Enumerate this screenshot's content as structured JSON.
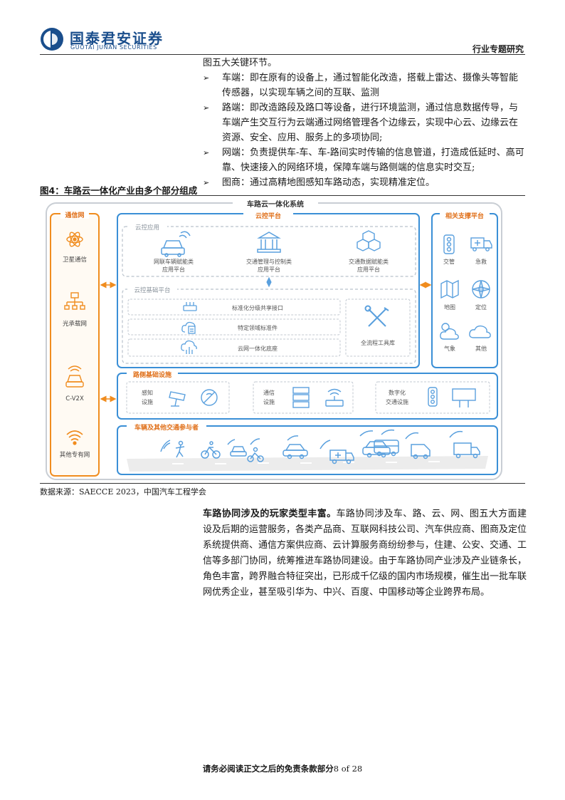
{
  "header": {
    "company_cn": "国泰君安证券",
    "company_en": "GUOTAI JUNAN SECURITIES",
    "report_type": "行业专题研究"
  },
  "intro_line": "图五大关键环节。",
  "bullets": [
    {
      "marker": "➢",
      "text": "车端：即在原有的设备上，通过智能化改造，搭载上雷达、摄像头等智能传感器，以实现车辆之间的互联、监测"
    },
    {
      "marker": "➢",
      "text": "路端：即改造路段及路口等设备，进行环境监测，通过信息数据传导，与车端产生交互行为云端通过网络管理各个边缘云，实现中心云、边缘云在资源、安全、应用、服务上的多项协同;"
    },
    {
      "marker": "➢",
      "text": "网端：负责提供车-车、车-路间实时传输的信息管道，打造成低延时、高可靠、快速接入的网络环境，保障车端与路侧端的信息实时交互;"
    },
    {
      "marker": "➢",
      "text": "图商：通过高精地图感知车路动态，实现精准定位。"
    }
  ],
  "figure": {
    "title": "图4：车路云一体化产业由多个部分组成",
    "source": "数据来源：SAECCE 2023，中国汽车工程学会",
    "diagram": {
      "title": "车路云一体化系统",
      "network": {
        "title": "通信网",
        "items": [
          "卫星通信",
          "光承载网",
          "C-V2X",
          "其他专有网"
        ]
      },
      "cloud": {
        "title": "云控平台",
        "apps_title": "云控应用",
        "apps": [
          {
            "line1": "网联车辆赋能类",
            "line2": "应用平台",
            "icon": "car-icon"
          },
          {
            "line1": "交通管理与控制类",
            "line2": "应用平台",
            "icon": "building-icon"
          },
          {
            "line1": "交通数据赋能类",
            "line2": "应用平台",
            "icon": "cubes-icon"
          }
        ],
        "base_title": "云控基础平台",
        "base_items": [
          "标准化分级共享接口",
          "特定领域标准件",
          "云网一体化底座"
        ],
        "toolchain": "全流程工具库"
      },
      "support": {
        "title": "相关支撑平台",
        "items": [
          "交管",
          "急救",
          "地图",
          "定位",
          "气象",
          "其他"
        ]
      },
      "roadside": {
        "title": "路侧基础设施",
        "groups": [
          {
            "line1": "感知",
            "line2": "设施"
          },
          {
            "line1": "通信",
            "line2": "设施"
          },
          {
            "line1": "数字化",
            "line2": "交通设施"
          }
        ]
      },
      "vehicles": {
        "title": "车辆及其他交通参与者"
      },
      "colors": {
        "orange": "#f08c1e",
        "blue": "#3a8fd6",
        "gray": "#9aa3ad",
        "dashed": "#b9c2cc"
      }
    }
  },
  "para2": {
    "lead": "车路协同涉及的玩家类型丰富。",
    "text": "车路协同涉及车、路、云、网、图五大方面建设及后期的运营服务，各类产品商、互联网科技公司、汽车供应商、图商及定位系统提供商、通信方案供应商、云计算服务商纷纷参与，住建、公安、交通、工信等多部门协同，统筹推进车路协同建设。由于车路协同产业涉及产业链条长，角色丰富，跨界融合特征突出，已形成千亿级的国内市场规模，催生出一批车联网优秀企业，甚至吸引华为、中兴、百度、中国移动等企业跨界布局。"
  },
  "footer": {
    "notice": "请务必阅读正文之后的免责条款部分",
    "page": "8 of 28"
  }
}
